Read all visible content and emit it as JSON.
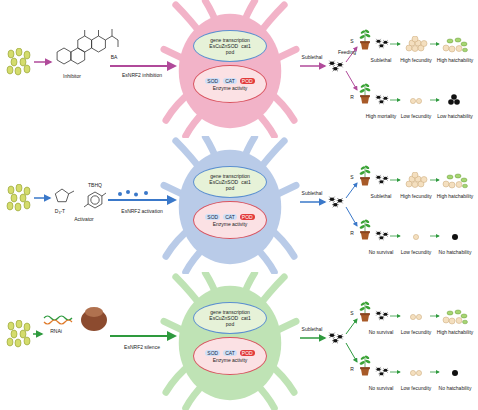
{
  "diagram": {
    "nodes": [
      {
        "text": [
          "gene transcription",
          "EsCuZnSOD",
          "cat1",
          "pod"
        ]
      },
      {
        "text": [
          "SOD",
          "CAT",
          "POD",
          "Enzyme activity"
        ]
      },
      {
        "text": [
          "gene transcription",
          "EsCuZnSOD",
          "cat1",
          "pod"
        ]
      },
      {
        "text": [
          "SOD",
          "CAT",
          "POD",
          "Enzyme activity"
        ]
      },
      {
        "text": [
          "gene transcription",
          "EsCuZnSOD",
          "cat1",
          "pod"
        ]
      },
      {
        "text": [
          "SOD",
          "CAT",
          "POD",
          "Enzyme activity"
        ]
      }
    ],
    "labels": [
      "Inhibitor",
      "BA",
      "EsNRF2 inhibition",
      "Sublethal",
      "Feeding",
      "S",
      "R",
      "Sublethal",
      "High fecundity",
      "High hatchability",
      "High mortality",
      "Low fecundity",
      "Low hatchability",
      "D₃-T",
      "TBHQ",
      "Activator",
      "EsNRF2 activation",
      "Sublethal",
      "S",
      "R",
      "Sublethal",
      "High fecundity",
      "High hatchability",
      "No survival",
      "Low fecundity",
      "No hatchability",
      "RNAi",
      "EsNRF2 silence",
      "Sublethal",
      "S",
      "R",
      "No survival",
      "Low fecundity",
      "High hatchability",
      "No survival",
      "Low fecundity",
      "No hatchability"
    ]
  }
}
